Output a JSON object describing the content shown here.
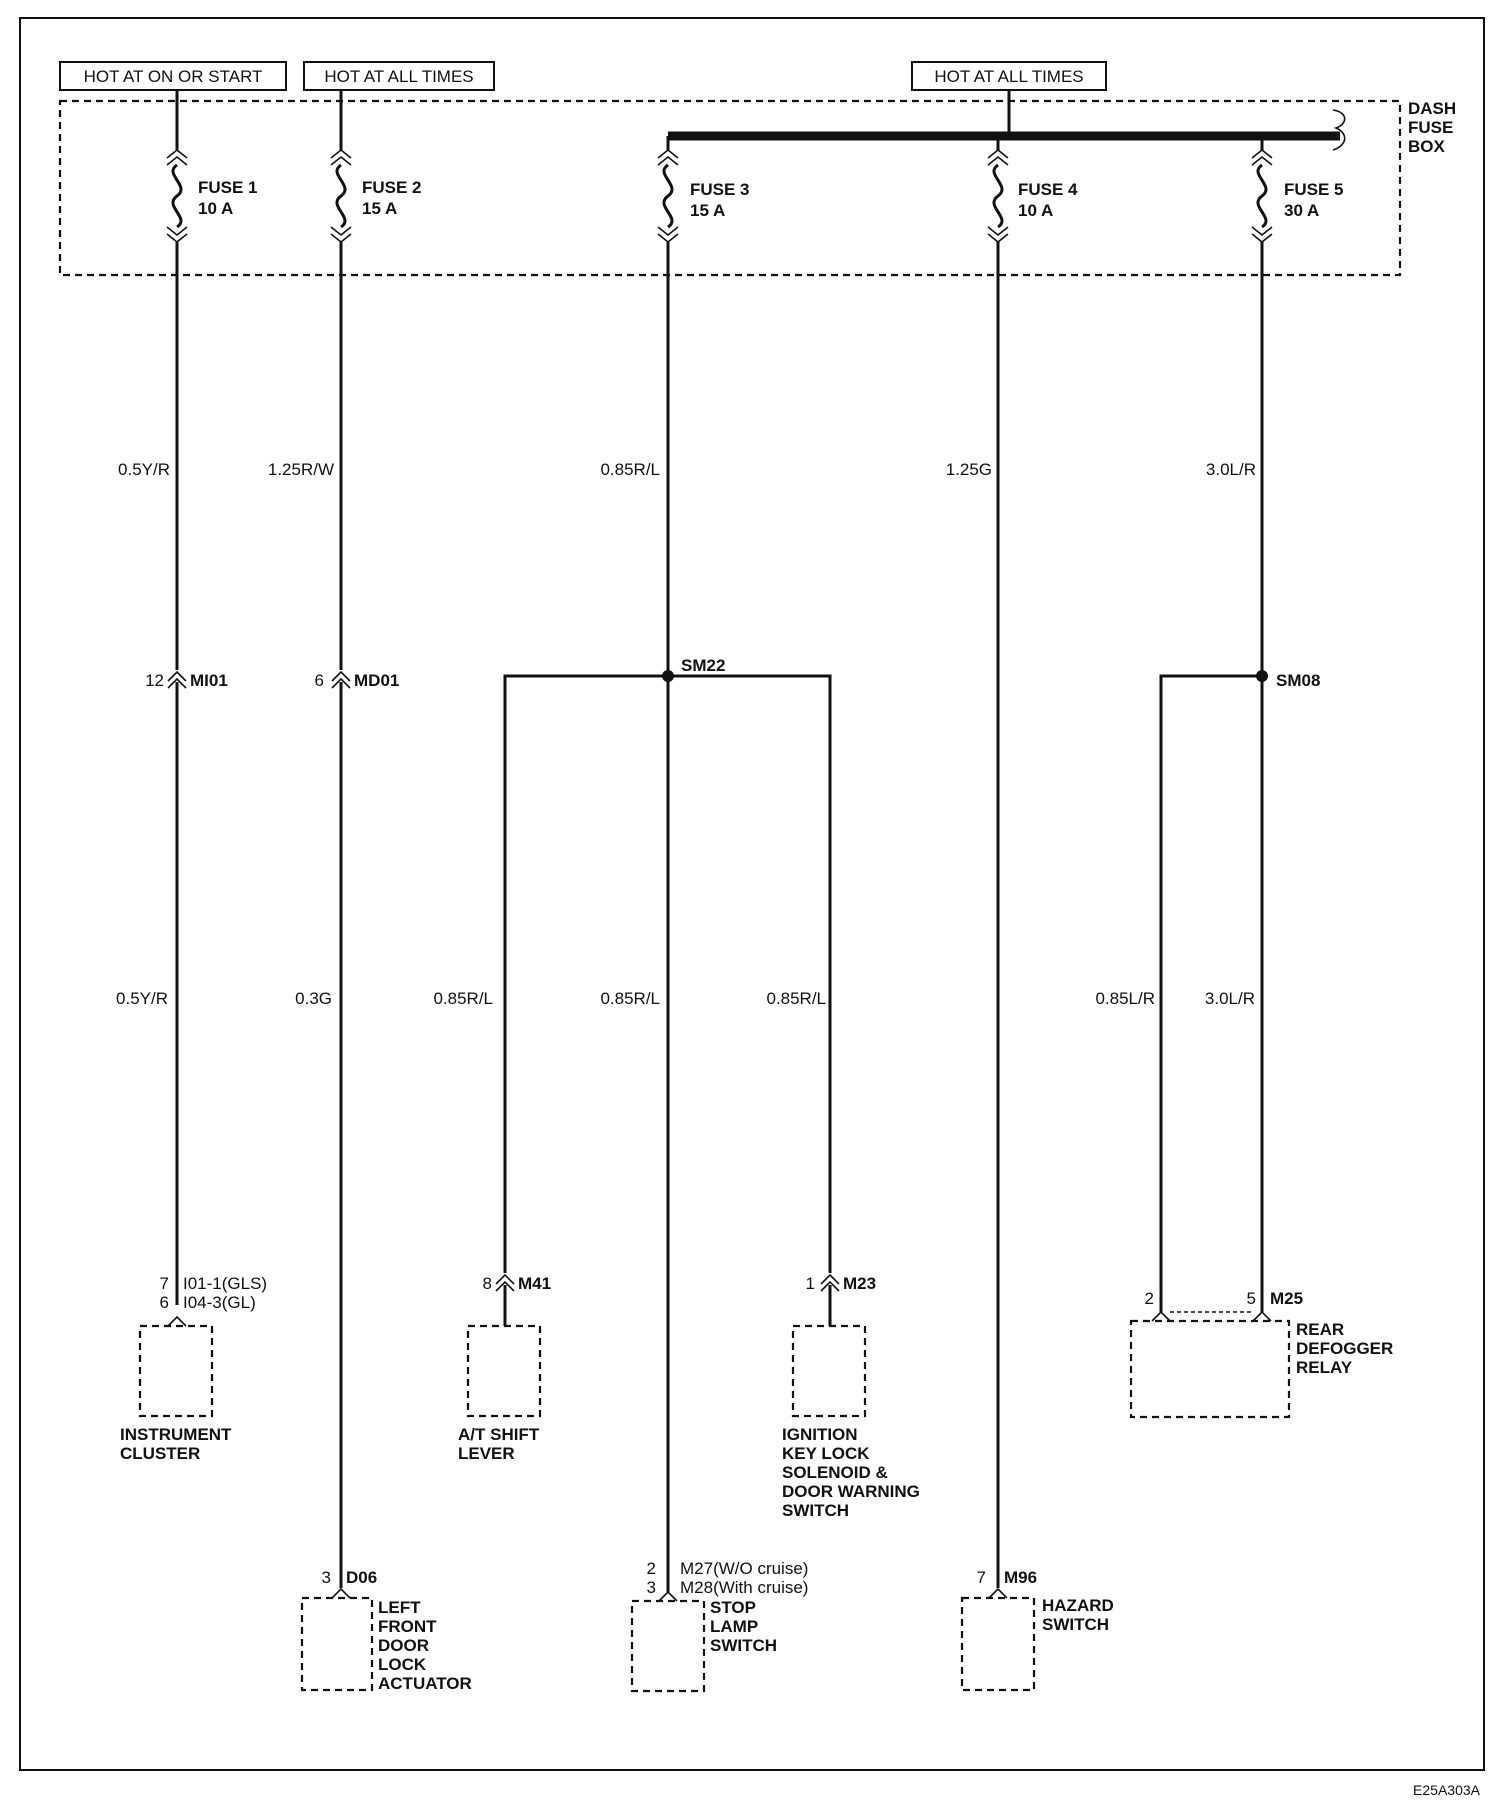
{
  "sources": {
    "hot_on_start": "HOT AT ON OR START",
    "hot_all_times_1": "HOT AT ALL TIMES",
    "hot_all_times_2": "HOT AT ALL TIMES"
  },
  "fuse_box": {
    "label_line1": "DASH",
    "label_line2": "FUSE",
    "label_line3": "BOX"
  },
  "fuses": [
    {
      "name": "FUSE 1",
      "rating": "10 A"
    },
    {
      "name": "FUSE 2",
      "rating": "15 A"
    },
    {
      "name": "FUSE 3",
      "rating": "15 A"
    },
    {
      "name": "FUSE 4",
      "rating": "10 A"
    },
    {
      "name": "FUSE 5",
      "rating": "30 A"
    }
  ],
  "wires": {
    "w1_upper": "0.5Y/R",
    "w2_upper": "1.25R/W",
    "w3_upper": "0.85R/L",
    "w4_upper": "1.25G",
    "w5_upper": "3.0L/R",
    "w1_lower": "0.5Y/R",
    "w2_lower": "0.3G",
    "w3a_lower": "0.85R/L",
    "w3b_lower": "0.85R/L",
    "w3c_lower": "0.85R/L",
    "w5a_lower": "0.85L/R",
    "w5b_lower": "3.0L/R"
  },
  "connectors": {
    "mi01_pin": "12",
    "mi01_name": "MI01",
    "md01_pin": "6",
    "md01_name": "MD01",
    "sm22": "SM22",
    "sm08": "SM08",
    "m41_pin": "8",
    "m41_name": "M41",
    "m23_pin": "1",
    "m23_name": "M23",
    "m25_pin_a": "2",
    "m25_pin_b": "5",
    "m25_name": "M25",
    "i01_pin": "7",
    "i01_name": "I01-1(GLS)",
    "i04_pin": "6",
    "i04_name": "I04-3(GL)",
    "d06_pin": "3",
    "d06_name": "D06",
    "m27_pin": "2",
    "m27_name": "M27(W/O cruise)",
    "m28_pin": "3",
    "m28_name": "M28(With cruise)",
    "m96_pin": "7",
    "m96_name": "M96"
  },
  "components": {
    "instrument_cluster": [
      "INSTRUMENT",
      "CLUSTER"
    ],
    "at_shift_lever": [
      "A/T SHIFT",
      "LEVER"
    ],
    "ignition_key_lock": [
      "IGNITION",
      "KEY LOCK",
      "SOLENOID &",
      "DOOR WARNING",
      "SWITCH"
    ],
    "rear_defogger_relay": [
      "REAR",
      "DEFOGGER",
      "RELAY"
    ],
    "left_front_door_lock": [
      "LEFT",
      "FRONT",
      "DOOR",
      "LOCK",
      "ACTUATOR"
    ],
    "stop_lamp_switch": [
      "STOP",
      "LAMP",
      "SWITCH"
    ],
    "hazard_switch": [
      "HAZARD",
      "SWITCH"
    ]
  },
  "figure_code": "E25A303A"
}
